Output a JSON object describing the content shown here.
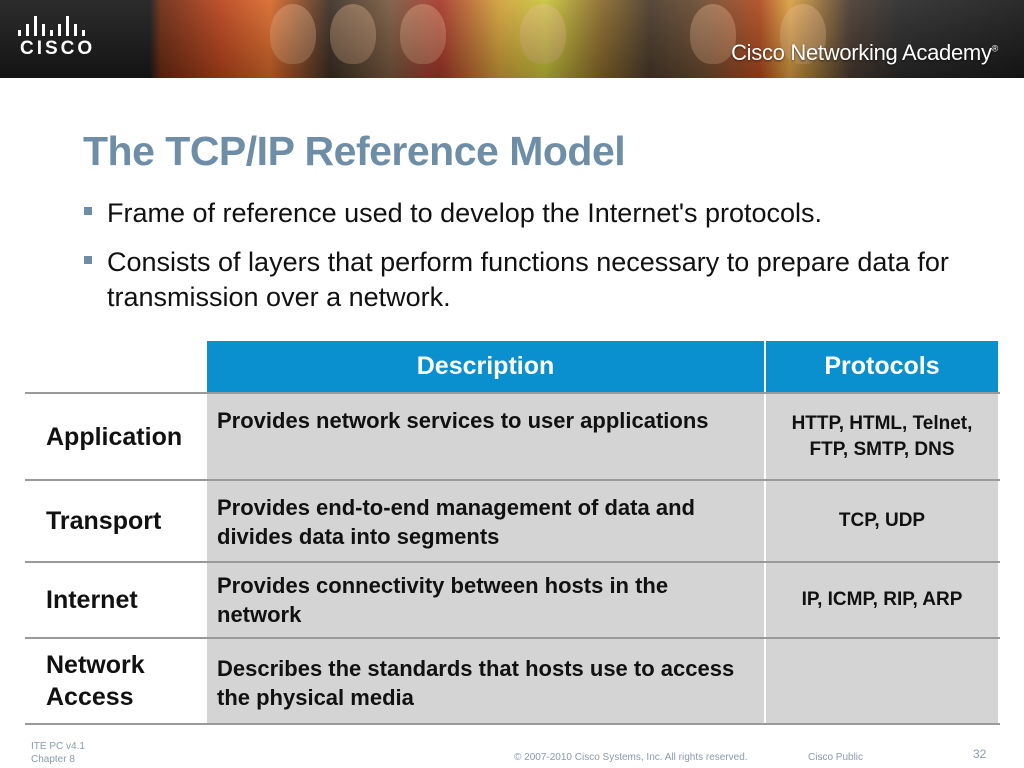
{
  "header": {
    "logo_text": "CISCO",
    "academy_label": "Cisco Networking Academy",
    "academy_mark": "®"
  },
  "slide": {
    "title": "The TCP/IP Reference Model",
    "bullets": [
      "Frame of reference used to develop the Internet's protocols.",
      "Consists of layers that perform functions necessary to prepare data for transmission over a network."
    ]
  },
  "table": {
    "headers": {
      "description": "Description",
      "protocols": "Protocols"
    },
    "rows": [
      {
        "layer": "Application",
        "description": "Provides network services to user applications",
        "protocols": "HTTP, HTML, Telnet, FTP, SMTP, DNS"
      },
      {
        "layer": "Transport",
        "description": "Provides end-to-end management of data and divides data into segments",
        "protocols": "TCP, UDP"
      },
      {
        "layer": "Internet",
        "description": "Provides connectivity between hosts in the network",
        "protocols": "IP, ICMP, RIP, ARP"
      },
      {
        "layer": "Network Access",
        "description": "Describes the standards that hosts use to access the physical media",
        "protocols": ""
      }
    ]
  },
  "footer": {
    "course": "ITE PC v4.1",
    "chapter": "Chapter 8",
    "copyright": "© 2007-2010 Cisco Systems, Inc. All rights reserved.",
    "classification": "Cisco Public",
    "page_number": "32"
  },
  "colors": {
    "title": "#6e8ea8",
    "table_header": "#0a8fcf",
    "cell_fill": "#d4d4d4"
  }
}
